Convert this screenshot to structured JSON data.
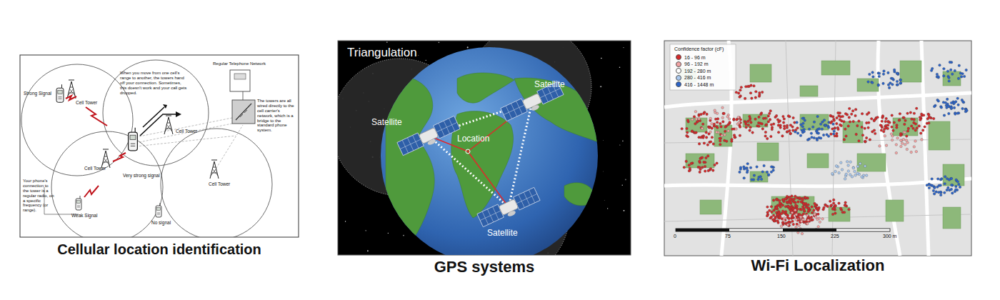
{
  "diagram": {
    "nodes": [
      {
        "text": [
          "Cellular location identification"
        ]
      },
      {
        "text": [
          "Triangulation",
          "GPS systems"
        ]
      },
      {
        "text": [
          "Confidence factor (cF)",
          "Wi-Fi Localization"
        ]
      }
    ],
    "labels": [
      "Strong Signal",
      "Cell Tower",
      "When you move from one cell's range to another, the towers hand off your connection. Sometimes, this doesn't work and your call gets dropped.",
      "Regular Telephone Network",
      "Cell Tower",
      "The towers are all wired directly to the cell carrier's network, which is a bridge to the standard phone system.",
      "Very strong signal",
      "Cell Tower",
      "Cell Tower",
      "Your phone's connection to the tower is a regular radio, on a specific frequency (or range).",
      "Weak Signal",
      "No signal",
      "Satellite",
      "Satellite",
      "Location",
      "Satellite",
      "0",
      "75",
      "150",
      "225",
      "300 m"
    ],
    "legend": [
      {
        "text": "16 - 96 m",
        "color": "#d62728"
      },
      {
        "text": "96 - 192 m",
        "color": "#f2a3a3"
      },
      {
        "text": "192 - 280 m",
        "color": "#ffffff"
      },
      {
        "text": "280 - 416 m",
        "color": "#a9c8ee"
      },
      {
        "text": "416 - 1448 m",
        "color": "#2a63c9"
      }
    ]
  }
}
